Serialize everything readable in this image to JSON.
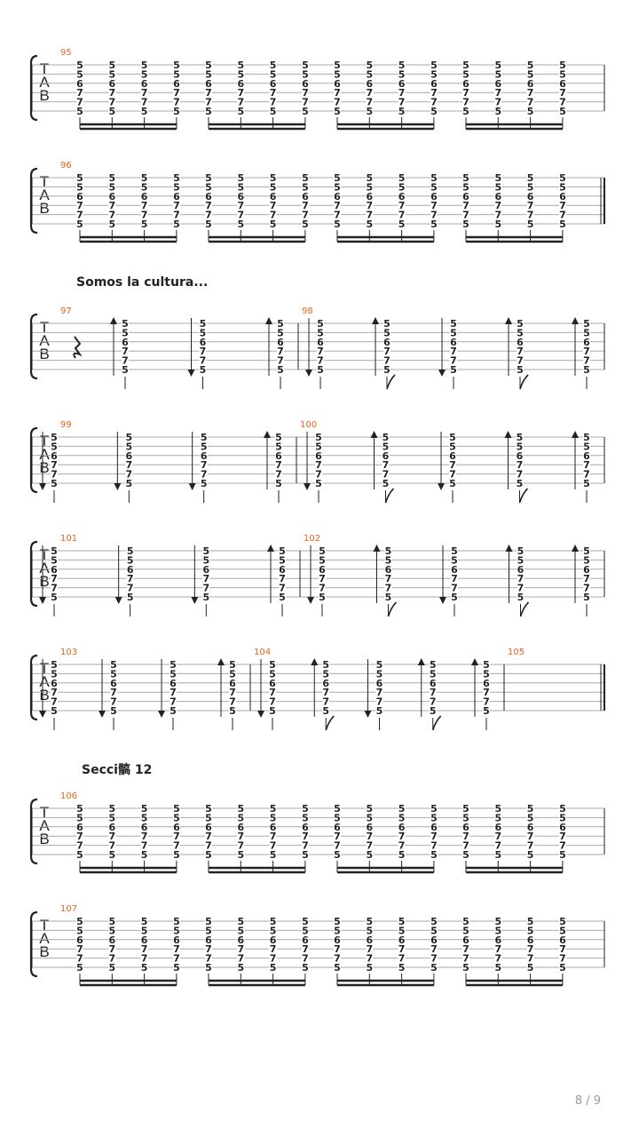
{
  "sections": [
    {
      "key": "s1",
      "label": "Somos la cultura..."
    },
    {
      "key": "s2",
      "label": "Secci髇 12"
    }
  ],
  "tab_clef": [
    "T",
    "A",
    "B"
  ],
  "page_indicator": "8 / 9",
  "colors": {
    "measure_number": "#e8631b",
    "staff_line": "#a9a9a9",
    "notes": "#222222"
  },
  "chord": [
    "5",
    "5",
    "6",
    "7",
    "7",
    "5"
  ],
  "strum_chord": [
    "5",
    "5",
    "6",
    "7",
    "7",
    "5"
  ],
  "systems": [
    {
      "measures": [
        {
          "num": "95",
          "kind": "sixteenths"
        }
      ],
      "end": "single"
    },
    {
      "measures": [
        {
          "num": "96",
          "kind": "sixteenths"
        }
      ],
      "end": "double"
    },
    {
      "measures": [
        {
          "num": "97",
          "kind": "strum",
          "rest": true,
          "strokes": [
            "up",
            "down",
            "up"
          ]
        },
        {
          "num": "98",
          "kind": "strum",
          "strokes": [
            "down",
            "up",
            "down",
            "up",
            "up"
          ],
          "flags": [
            1,
            3
          ]
        }
      ],
      "end": "single"
    },
    {
      "measures": [
        {
          "num": "99",
          "kind": "strum",
          "strokes": [
            "down",
            "down",
            "down",
            "up"
          ]
        },
        {
          "num": "100",
          "kind": "strum",
          "strokes": [
            "down",
            "up",
            "down",
            "up",
            "up"
          ],
          "flags": [
            1,
            3
          ]
        }
      ],
      "end": "single"
    },
    {
      "measures": [
        {
          "num": "101",
          "kind": "strum",
          "strokes": [
            "down",
            "down",
            "down",
            "up"
          ]
        },
        {
          "num": "102",
          "kind": "strum",
          "strokes": [
            "down",
            "up",
            "down",
            "up",
            "up"
          ],
          "flags": [
            1,
            3
          ]
        }
      ],
      "end": "single"
    },
    {
      "measures": [
        {
          "num": "103",
          "kind": "strum",
          "strokes": [
            "down",
            "down",
            "down",
            "up"
          ]
        },
        {
          "num": "104",
          "kind": "strum",
          "strokes": [
            "down",
            "up",
            "down",
            "up",
            "up"
          ],
          "flags": [
            1,
            3
          ]
        },
        {
          "num": "105",
          "kind": "empty"
        }
      ],
      "end": "double"
    },
    {
      "measures": [
        {
          "num": "106",
          "kind": "sixteenths"
        }
      ],
      "end": "single"
    },
    {
      "measures": [
        {
          "num": "107",
          "kind": "sixteenths"
        }
      ],
      "end": "single"
    }
  ]
}
